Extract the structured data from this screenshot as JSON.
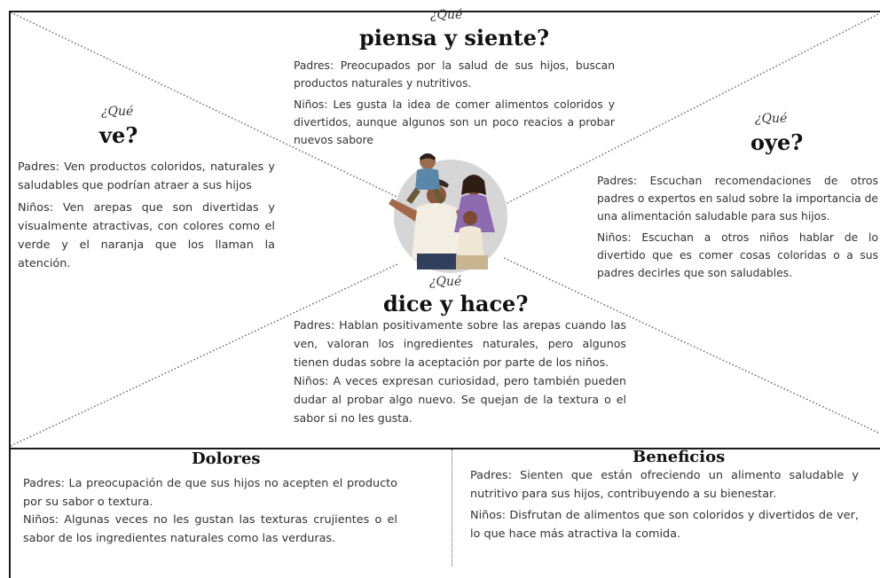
{
  "piensa": {
    "question": "¿Qué",
    "title": "piensa y siente?",
    "padres": "Padres: Preocupados por la salud de sus hijos, buscan productos naturales y nutritivos.",
    "ninos": "Niños: Les gusta la idea de comer alimentos coloridos y divertidos, aunque algunos son un poco reacios a probar nuevos sabore"
  },
  "ve": {
    "question": "¿Qué",
    "title": "ve?",
    "padres": "Padres: Ven productos coloridos, naturales y saludables que podrían atraer a sus hijos",
    "ninos": "Niños: Ven arepas que son divertidas y visualmente atractivas, con colores como el verde y el naranja que los llaman la atención."
  },
  "oye": {
    "question": "¿Qué",
    "title": "oye?",
    "padres": "Padres: Escuchan recomendaciones de otros padres o expertos en salud sobre la importancia de una alimentación saludable para sus hijos.",
    "ninos": "Niños: Escuchan a otros niños hablar de lo divertido que es comer cosas coloridas o a sus padres decirles que son saludables."
  },
  "dice": {
    "question": "¿Qué",
    "title": "dice y hace?",
    "padres": "Padres: Hablan positivamente sobre las arepas cuando las ven, valoran los ingredientes naturales, pero algunos tienen dudas sobre la aceptación por parte de los niños.",
    "ninos": "Niños: A veces expresan curiosidad, pero también pueden dudar al probar algo nuevo. Se quejan de la textura o el sabor si no les gusta."
  },
  "dolores": {
    "title": "Dolores",
    "padres": "Padres: La preocupación de que sus hijos no acepten el producto por su sabor o textura.",
    "ninos": "Niños: Algunas veces no les gustan las texturas crujientes o el sabor de los ingredientes naturales como las verduras."
  },
  "beneficios": {
    "title": "Beneficios",
    "padres": "Padres: Sienten que están ofreciendo un alimento saludable y nutritivo para sus hijos, contribuyendo a su bienestar.",
    "ninos": "Niños: Disfrutan de alimentos que son coloridos y divertidos de ver, lo que hace más atractiva la comida."
  }
}
